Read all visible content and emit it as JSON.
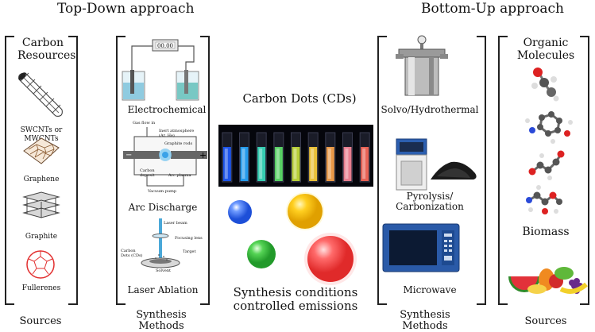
{
  "headers": {
    "top_down": "Top-Down approach",
    "bottom_up": "Bottom-Up approach",
    "center": "Carbon Dots (CDs)"
  },
  "carbon_resources": {
    "title": "Carbon Resources",
    "items": [
      "SWCNTs or MWCNTs",
      "Graphene",
      "Graphite",
      "Fullerenes"
    ]
  },
  "top_down_methods": {
    "items": [
      "Electrochemical",
      "Arc Discharge",
      "Laser Ablation"
    ],
    "meter_display": "00.00",
    "arc_labels": {
      "gas_flow": "Gas flow in",
      "inert": "Inert atmosphere (Ar, He)",
      "rods": "Graphite rods",
      "deposit": "Carbon deposit",
      "plasma": "Arc plasma",
      "pump": "Vacuum pump"
    },
    "laser_labels": {
      "beam": "Laser beam",
      "lens": "Focusing lens",
      "dots": "Carbon Dots (CDs)",
      "target": "Target",
      "solvent": "Solvent"
    }
  },
  "center_caption": "Synthesis conditions controlled emissions",
  "bottom_up_methods": {
    "items": [
      "Solvo/Hydrothermal",
      "Pyrolysis/ Carbonization",
      "Microwave"
    ]
  },
  "organic": {
    "title": "Organic Molecules",
    "biomass": "Biomass"
  },
  "footer": {
    "sources_left": "Sources",
    "synthesis_left": "Synthesis Methods",
    "synthesis_right": "Synthesis Methods",
    "sources_right": "Sources"
  },
  "colors": {
    "vials": [
      "#1e5bff",
      "#27a8ff",
      "#38e0c0",
      "#5fe36a",
      "#c9e23a",
      "#ffd23a",
      "#ffa64a",
      "#ff8a9a",
      "#ff6a5a"
    ],
    "spheres": [
      "#2f6bff",
      "#f5b800",
      "#2fbf3a",
      "#ff4a4a"
    ]
  }
}
